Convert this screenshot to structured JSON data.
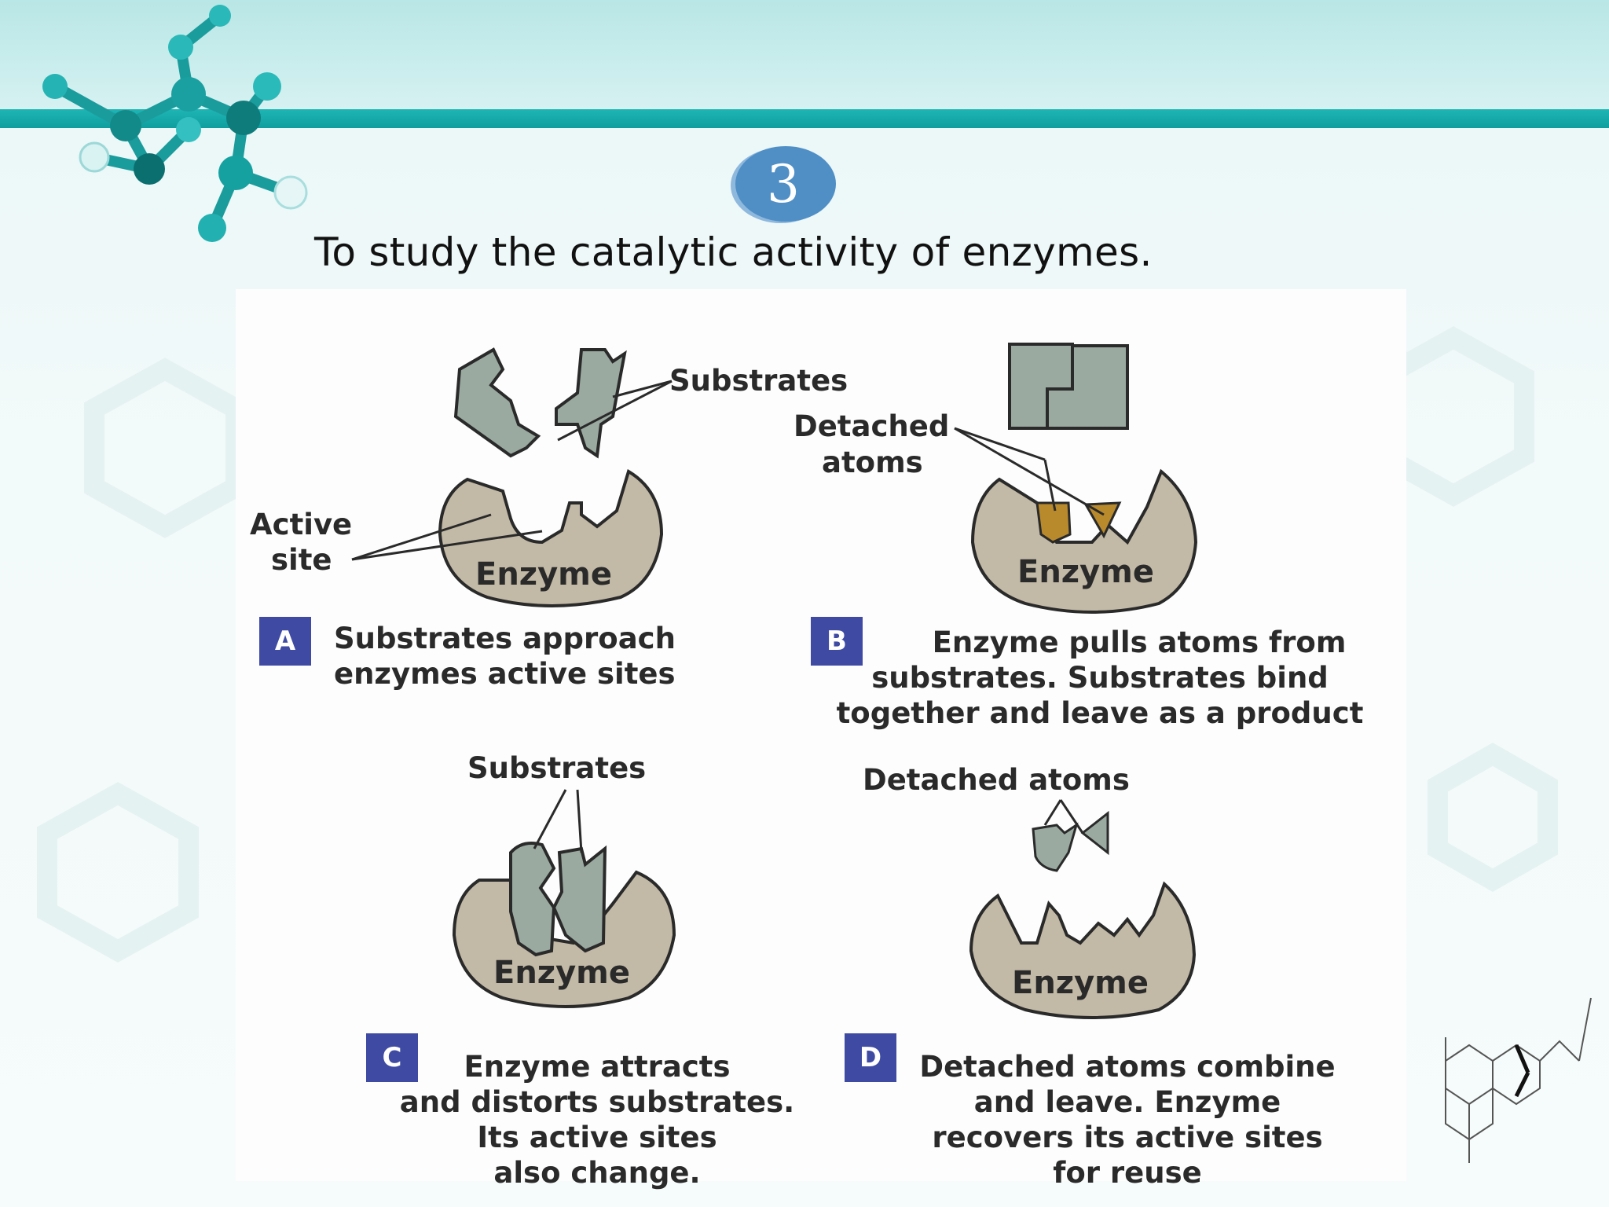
{
  "slide": {
    "number": "3",
    "title": "To study the catalytic activity of enzymes."
  },
  "panels": {
    "A": {
      "letter": "A",
      "caption_lines": [
        "Substrates approach",
        "enzymes active sites"
      ],
      "labels": {
        "substrates": "Substrates",
        "active_site_1": "Active",
        "active_site_2": "site",
        "enzyme": "Enzyme"
      }
    },
    "B": {
      "letter": "B",
      "caption_lines": [
        "Enzyme pulls atoms from",
        "substrates. Substrates bind",
        "together and leave as a product"
      ],
      "labels": {
        "detached_1": "Detached",
        "detached_2": "atoms",
        "enzyme": "Enzyme"
      }
    },
    "C": {
      "letter": "C",
      "caption_lines": [
        "Enzyme attracts",
        "and distorts substrates.",
        "Its active sites",
        "also change."
      ],
      "labels": {
        "substrates": "Substrates",
        "enzyme": "Enzyme"
      }
    },
    "D": {
      "letter": "D",
      "caption_lines": [
        "Detached atoms combine",
        "and leave. Enzyme",
        "recovers its active sites",
        "for reuse"
      ],
      "labels": {
        "detached": "Detached atoms",
        "enzyme": "Enzyme"
      }
    }
  },
  "colors": {
    "teal_band": "#1fb5b5",
    "enzyme_fill": "#c2b9a6",
    "substrate_fill": "#9aaaa1",
    "atom_fill": "#b98a2c",
    "letter_box": "#3f4aa3",
    "badge": "#4f8fc6"
  }
}
